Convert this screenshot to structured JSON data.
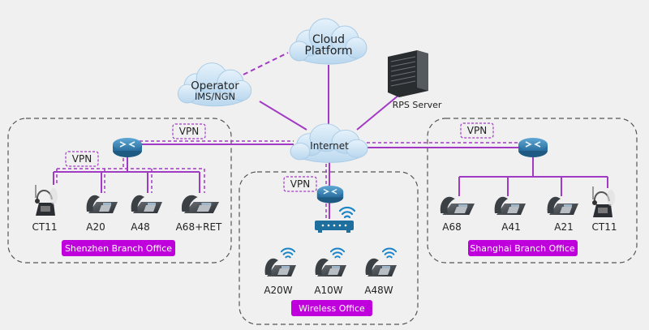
{
  "colors": {
    "background": "#f0f0f0",
    "link": "#a23bc4",
    "badge": "#c000dc",
    "cloud": "#cfe4f4",
    "router": "#2f7fb3"
  },
  "clouds": {
    "cloud_platform": [
      "Cloud",
      "Platform"
    ],
    "operator": [
      "Operator",
      "IMS/NGN"
    ],
    "internet": "Internet"
  },
  "server": {
    "label": "RPS Server"
  },
  "vpn_label": "VPN",
  "offices": {
    "shenzhen": {
      "title": "Shenzhen Branch Office",
      "phones": [
        "CT11",
        "A20",
        "A48",
        "A68+RET"
      ]
    },
    "wireless": {
      "title": "Wireless Office",
      "phones": [
        "A20W",
        "A10W",
        "A48W"
      ]
    },
    "shanghai": {
      "title": "Shanghai Branch Office",
      "phones": [
        "A68",
        "A41",
        "A21",
        "CT11"
      ]
    }
  }
}
